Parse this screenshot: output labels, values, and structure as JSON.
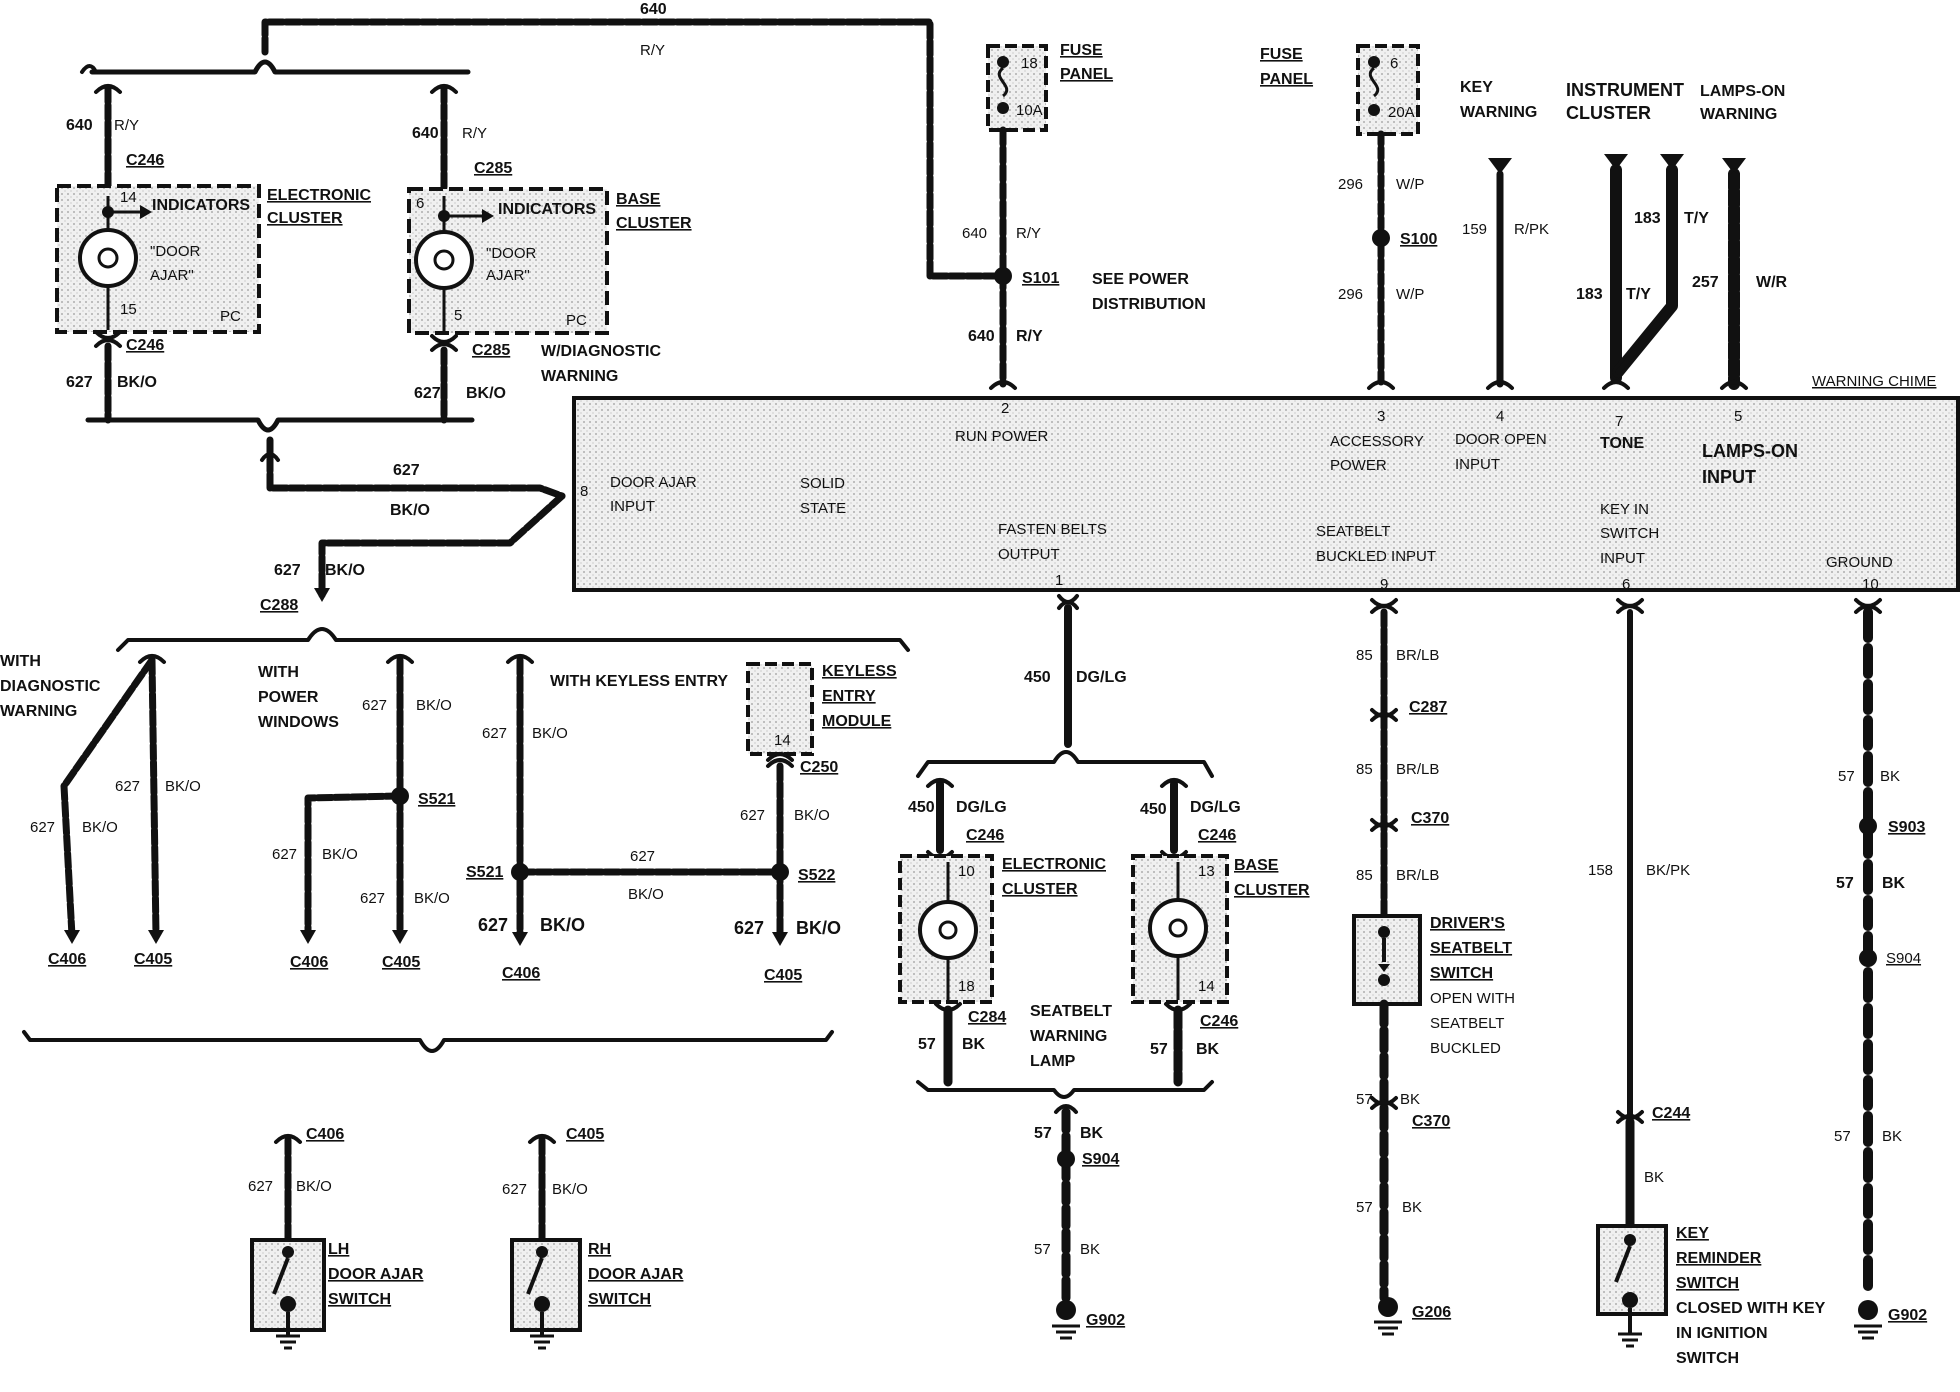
{
  "wire_labels": {
    "w640_top": "640",
    "ry_top": "R/Y",
    "w640_left": "640",
    "ry_left": "R/Y",
    "w640_base": "640",
    "ry_base": "R/Y",
    "w640_s101a": "640",
    "ry_s101a": "R/Y",
    "w640_s101b": "640",
    "ry_s101b": "R/Y",
    "w627_ec": "627",
    "bko_ec": "BK/O",
    "w627_bc": "627",
    "bko_bc": "BK/O",
    "w627_mid": "627",
    "bko_mid": "BK/O",
    "w627_c288": "627",
    "bko_c288": "BK/O",
    "w627_diag1": "627",
    "bko_diag1": "BK/O",
    "w627_diag2": "627",
    "bko_diag2": "BK/O",
    "w627_pw1": "627",
    "bko_pw1": "BK/O",
    "w627_pw2": "627",
    "bko_pw2": "BK/O",
    "w627_pw3": "627",
    "bko_pw3": "BK/O",
    "w627_ke1": "627",
    "bko_ke1": "BK/O",
    "w627_ke2": "627",
    "bko_ke2": "BK/O",
    "w627_ke3": "627",
    "bko_ke3": "BK/O",
    "w627_ke4": "627",
    "bko_ke4": "BK/O",
    "w627_ke5": "627",
    "bko_ke5": "BK/O",
    "w296a": "296",
    "wp_a": "W/P",
    "w296b": "296",
    "wp_b": "W/P",
    "w159": "159",
    "rpk": "R/PK",
    "w183a": "183",
    "ty_a": "T/Y",
    "w183b": "183",
    "ty_b": "T/Y",
    "w257": "257",
    "wr": "W/R",
    "w450": "450",
    "dglg": "DG/LG",
    "w450_ec": "450",
    "dglg_ec": "DG/LG",
    "w450_bc": "450",
    "dglg_bc": "DG/LG",
    "w57_ec": "57",
    "bk_ec": "BK",
    "w57_bc": "57",
    "bk_bc": "BK",
    "w57_s904a": "57",
    "bk_s904a": "BK",
    "w57_s904b": "57",
    "bk_s904b": "BK",
    "w85a": "85",
    "brlb_a": "BR/LB",
    "w85b": "85",
    "brlb_b": "BR/LB",
    "w85c": "85",
    "brlb_c": "BR/LB",
    "w57_c370": "57",
    "bk_c370": "BK",
    "w57_g206": "57",
    "bk_g206": "BK",
    "w158": "158",
    "bkpk": "BK/PK",
    "bk_c244": "BK",
    "w57_r1": "57",
    "bk_r1": "BK",
    "w57_r2": "57",
    "bk_r2": "BK",
    "w57_r3": "57",
    "bk_r3": "BK",
    "w627_lh": "627",
    "bko_lh": "BK/O",
    "w627_rh": "627",
    "bko_rh": "BK/O"
  },
  "connectors": {
    "c246_top": "C246",
    "c285_top": "C285",
    "c246_bot": "C246",
    "c285_bot": "C285",
    "c288": "C288",
    "c250": "C250",
    "s101": "S101",
    "s100": "S100",
    "s521a": "S521",
    "s521b": "S521",
    "s522": "S522",
    "c406a": "C406",
    "c405a": "C405",
    "c406b": "C406",
    "c405b": "C405",
    "c406c": "C406",
    "c405c": "C405",
    "c246_ec": "C246",
    "c284": "C284",
    "c246_bc": "C246",
    "c246_bc2": "C246",
    "s904a": "S904",
    "g902a": "G902",
    "c287": "C287",
    "c370a": "C370",
    "c370b": "C370",
    "g206": "G206",
    "c244": "C244",
    "s903": "S903",
    "s904b": "S904",
    "g902b": "G902",
    "c406_lh": "C406",
    "c405_rh": "C405"
  },
  "components": {
    "ec_top": {
      "line1": "ELECTRONIC",
      "line2": "CLUSTER",
      "indicators": "INDICATORS",
      "door1": "\"DOOR",
      "door2": "AJAR\"",
      "pc": "PC",
      "pin_top": "14",
      "pin_bot": "15"
    },
    "bc_top": {
      "line1": "BASE",
      "line2": "CLUSTER",
      "indicators": "INDICATORS",
      "door1": "\"DOOR",
      "door2": "AJAR\"",
      "pc": "PC",
      "pin_top": "6",
      "pin_bot": "5"
    },
    "diag_note": {
      "line1": "W/DIAGNOSTIC",
      "line2": "WARNING"
    },
    "fuse1": {
      "num": "18",
      "amp": "10A",
      "line1": "FUSE",
      "line2": "PANEL"
    },
    "fuse2": {
      "num": "6",
      "amp": "20A",
      "line1": "FUSE",
      "line2": "PANEL"
    },
    "power_dist": {
      "line1": "SEE POWER",
      "line2": "DISTRIBUTION"
    },
    "key_warning": {
      "line1": "KEY",
      "line2": "WARNING"
    },
    "inst_cluster": {
      "line1": "INSTRUMENT",
      "line2": "CLUSTER"
    },
    "lamps_on_warning": {
      "line1": "LAMPS-ON",
      "line2": "WARNING"
    },
    "keyless": {
      "line1": "KEYLESS",
      "line2": "ENTRY",
      "line3": "MODULE",
      "pin": "14"
    },
    "with_diag": {
      "line1": "WITH",
      "line2": "DIAGNOSTIC",
      "line3": "WARNING"
    },
    "with_pw": {
      "line1": "WITH",
      "line2": "POWER",
      "line3": "WINDOWS"
    },
    "with_ke": "WITH KEYLESS ENTRY",
    "ec_bot": {
      "line1": "ELECTRONIC",
      "line2": "CLUSTER",
      "pin_top": "10",
      "pin_bot": "18"
    },
    "bc_bot": {
      "line1": "BASE",
      "line2": "CLUSTER",
      "pin_top": "13",
      "pin_bot": "14"
    },
    "seatbelt_lamp": {
      "line1": "SEATBELT",
      "line2": "WARNING",
      "line3": "LAMP"
    },
    "drivers_sw": {
      "line1": "DRIVER'S",
      "line2": "SEATBELT",
      "line3": "SWITCH",
      "line4": "OPEN WITH",
      "line5": "SEATBELT",
      "line6": "BUCKLED"
    },
    "key_reminder": {
      "line1": "KEY",
      "line2": "REMINDER",
      "line3": "SWITCH",
      "line4": "CLOSED WITH KEY",
      "line5": "IN IGNITION",
      "line6": "SWITCH"
    },
    "lh_switch": {
      "line1": "LH",
      "line2": "DOOR AJAR",
      "line3": "SWITCH"
    },
    "rh_switch": {
      "line1": "RH",
      "line2": "DOOR AJAR",
      "line3": "SWITCH"
    }
  },
  "chime": {
    "title": "WARNING CHIME",
    "pins": {
      "p2": "2",
      "p3": "3",
      "p4": "4",
      "p7": "7",
      "p5": "5",
      "p8": "8",
      "p1": "1",
      "p9": "9",
      "p6": "6",
      "p10": "10"
    },
    "labels": {
      "run_power": "RUN POWER",
      "accessory1": "ACCESSORY",
      "accessory2": "POWER",
      "door_open1": "DOOR OPEN",
      "door_open2": "INPUT",
      "tone": "TONE",
      "lamps_on1": "LAMPS-ON",
      "lamps_on2": "INPUT",
      "door_ajar1": "DOOR AJAR",
      "door_ajar2": "INPUT",
      "solid1": "SOLID",
      "solid2": "STATE",
      "fasten1": "FASTEN BELTS",
      "fasten2": "OUTPUT",
      "seatbelt1": "SEATBELT",
      "seatbelt2": "BUCKLED INPUT",
      "keyin1": "KEY IN",
      "keyin2": "SWITCH",
      "keyin3": "INPUT",
      "ground": "GROUND"
    }
  }
}
